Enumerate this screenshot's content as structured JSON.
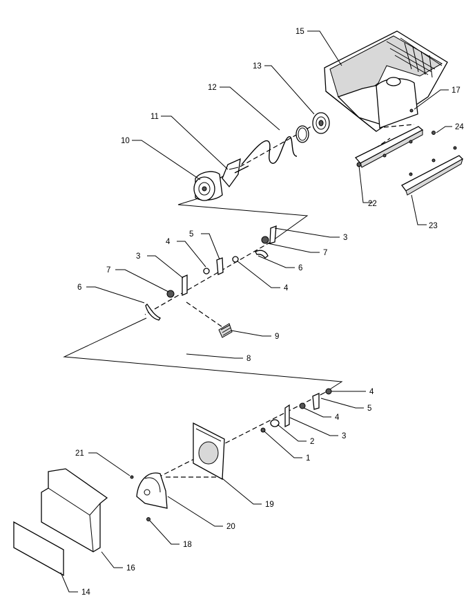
{
  "labels": {
    "p1": "1",
    "p2": "2",
    "p3a": "3",
    "p3b": "3",
    "p3c": "3",
    "p4a": "4",
    "p4b": "4",
    "p4c": "4",
    "p4d": "4",
    "p5a": "5",
    "p5b": "5",
    "p6a": "6",
    "p6b": "6",
    "p7a": "7",
    "p7b": "7",
    "p8": "8",
    "p9": "9",
    "p10": "10",
    "p11": "11",
    "p12": "12",
    "p13": "13",
    "p14": "14",
    "p15": "15",
    "p16": "16",
    "p17": "17",
    "p18": "18",
    "p19": "19",
    "p20": "20",
    "p21": "21",
    "p22": "22",
    "p23": "23",
    "p24": "24"
  }
}
